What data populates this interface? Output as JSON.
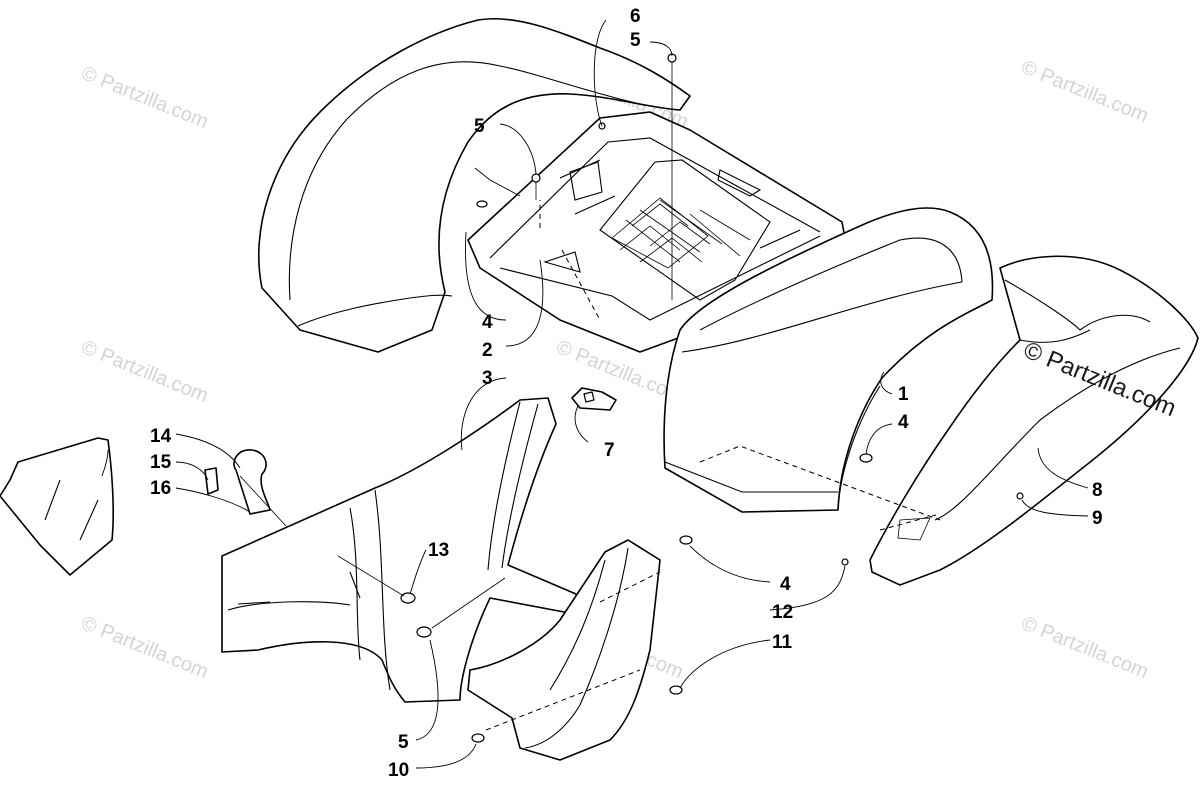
{
  "watermark": {
    "text": "© Partzilla.com",
    "prominent_text": "© Partzilla.com"
  },
  "callouts": {
    "c6_top": "6",
    "c5_top": "5",
    "c5_left": "5",
    "c4_upper": "4",
    "c2": "2",
    "c3": "3",
    "c1": "1",
    "c4_right": "4",
    "c7": "7",
    "c14": "14",
    "c15": "15",
    "c16": "16",
    "c13": "13",
    "c8": "8",
    "c9": "9",
    "c4_lower": "4",
    "c12": "12",
    "c11": "11",
    "c5_bottom": "5",
    "c10": "10"
  },
  "colors": {
    "line": "#000000",
    "background": "#ffffff",
    "watermark": "#d4d4d4"
  }
}
